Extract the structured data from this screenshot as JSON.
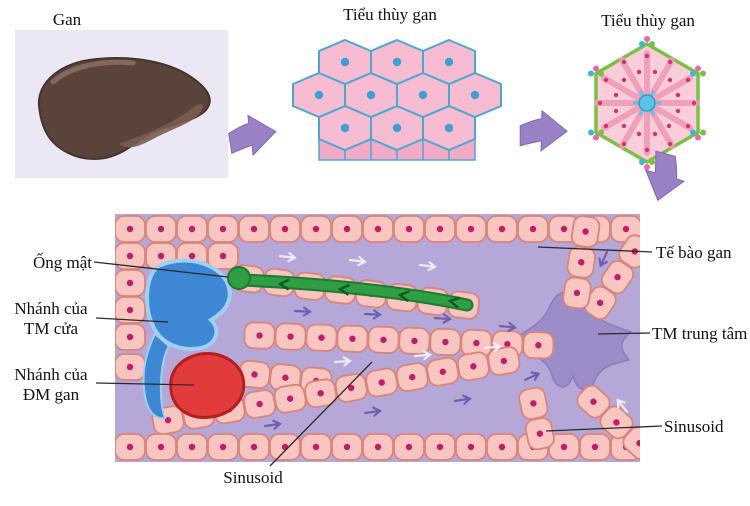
{
  "top_row": {
    "panel1_title": "Gan",
    "panel2_title": "Tiểu thùy gan",
    "panel3_title": "Tiểu thùy gan"
  },
  "diagram_labels": {
    "bile_duct": "Ống mật",
    "portal_branch_line1": "Nhánh của",
    "portal_branch_line2": "TM cửa",
    "artery_branch_line1": "Nhánh của",
    "artery_branch_line2": "ĐM gan",
    "hepatocyte": "Tế bào gan",
    "central_vein": "TM trung tâm",
    "sinusoid_right": "Sinusoid",
    "sinusoid_bottom": "Sinusoid"
  },
  "colors": {
    "hepatocyte_fill": "#f8c5c0",
    "hepatocyte_outline": "#d8857c",
    "nucleus": "#c01e6a",
    "sinusoid_bg": "#b5a8d8",
    "central_vein": "#9c8dc8",
    "portal_vein": "#3d87d4",
    "hepatic_artery": "#e23b3b",
    "bile_duct": "#2f9e44",
    "arrow_purple": "#9a80c4",
    "liver_brown": "#5a433b",
    "lobule_pink": "#f7bcd1",
    "lobule_edge_blue": "#49a8d0"
  }
}
